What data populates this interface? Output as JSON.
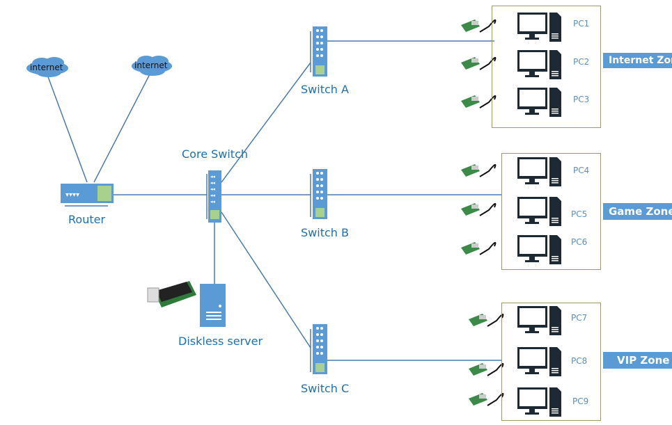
{
  "clouds": [
    {
      "label": "internet"
    },
    {
      "label": "internet"
    }
  ],
  "router": {
    "label": "Router"
  },
  "core_switch": {
    "label": "Core Switch"
  },
  "server": {
    "label": "Diskless server"
  },
  "switches": [
    {
      "label": "Switch A"
    },
    {
      "label": "Switch B"
    },
    {
      "label": "Switch C"
    }
  ],
  "zones": [
    {
      "label": "Internet Zone",
      "pcs": [
        "PC1",
        "PC2",
        "PC3"
      ]
    },
    {
      "label": "Game Zone",
      "pcs": [
        "PC4",
        "PC5",
        "PC6"
      ]
    },
    {
      "label": "VIP Zone",
      "pcs": [
        "PC7",
        "PC8",
        "PC9"
      ]
    }
  ],
  "colors": {
    "line": "#4a7ab0",
    "device": "#5b9bd5",
    "zone_label": "#5b9bd5",
    "zone_border": "#9a9a6e",
    "text": "#1f6fb3",
    "port_green": "#a9d18e"
  }
}
